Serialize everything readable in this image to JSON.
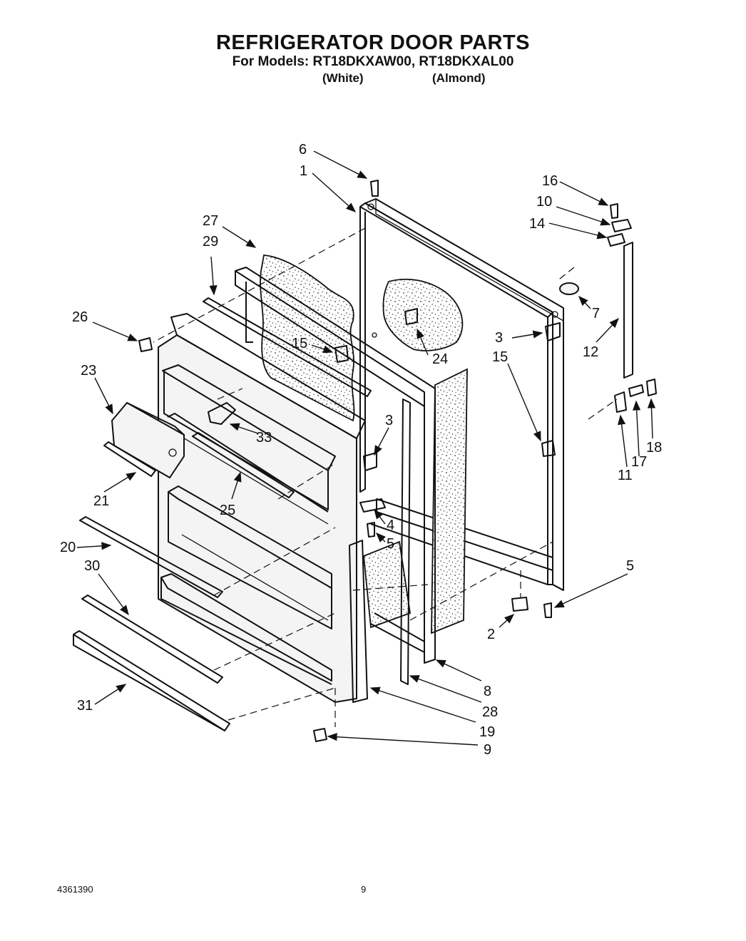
{
  "header": {
    "title": "REFRIGERATOR DOOR PARTS",
    "models_line": "For Models: RT18DKXAW00, RT18DKXAL00",
    "variant_white": "(White)",
    "variant_almond": "(Almond)"
  },
  "footer": {
    "doc_number": "4361390",
    "page_number": "9"
  },
  "callouts": {
    "c1": "1",
    "c2": "2",
    "c3a": "3",
    "c3b": "3",
    "c4": "4",
    "c5a": "5",
    "c5b": "5",
    "c6": "6",
    "c7": "7",
    "c8": "8",
    "c9": "9",
    "c10": "10",
    "c11": "11",
    "c12": "12",
    "c14": "14",
    "c15a": "15",
    "c15b": "15",
    "c16": "16",
    "c17": "17",
    "c18": "18",
    "c19": "19",
    "c20": "20",
    "c21": "21",
    "c23": "23",
    "c24": "24",
    "c25": "25",
    "c26": "26",
    "c27": "27",
    "c28": "28",
    "c29": "29",
    "c30": "30",
    "c31": "31",
    "c33": "33"
  }
}
